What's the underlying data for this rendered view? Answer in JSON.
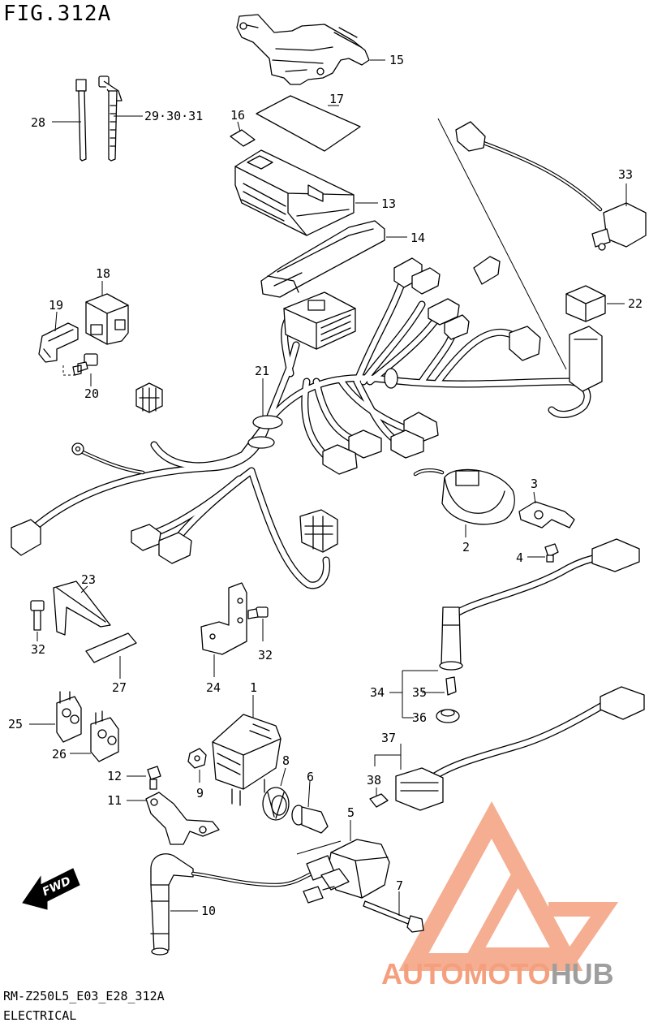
{
  "figure_title": "FIG.312A",
  "footer": {
    "model_code": "RM-Z250L5_E03_E28_312A",
    "section_name": "ELECTRICAL"
  },
  "direction_badge": "FWD",
  "watermark": {
    "part1": "AUTO",
    "part2": "MOTO",
    "part3": "HUB",
    "color_primary": "#f4a07e",
    "color_secondary": "#9e9e9e"
  },
  "callouts": {
    "c1": "1",
    "c2": "2",
    "c3": "3",
    "c4": "4",
    "c5": "5",
    "c6": "6",
    "c7": "7",
    "c8": "8",
    "c9": "9",
    "c10": "10",
    "c11": "11",
    "c12": "12",
    "c13": "13",
    "c14": "14",
    "c15": "15",
    "c16": "16",
    "c17": "17",
    "c18": "18",
    "c19": "19",
    "c20": "20",
    "c21": "21",
    "c22": "22",
    "c23": "23",
    "c24": "24",
    "c25": "25",
    "c26": "26",
    "c27": "27",
    "c28": "28",
    "c29_30_31": "29·30·31",
    "c32a": "32",
    "c32b": "32",
    "c33": "33",
    "c34": "34",
    "c35": "35",
    "c36": "36",
    "c37": "37",
    "c38": "38"
  }
}
